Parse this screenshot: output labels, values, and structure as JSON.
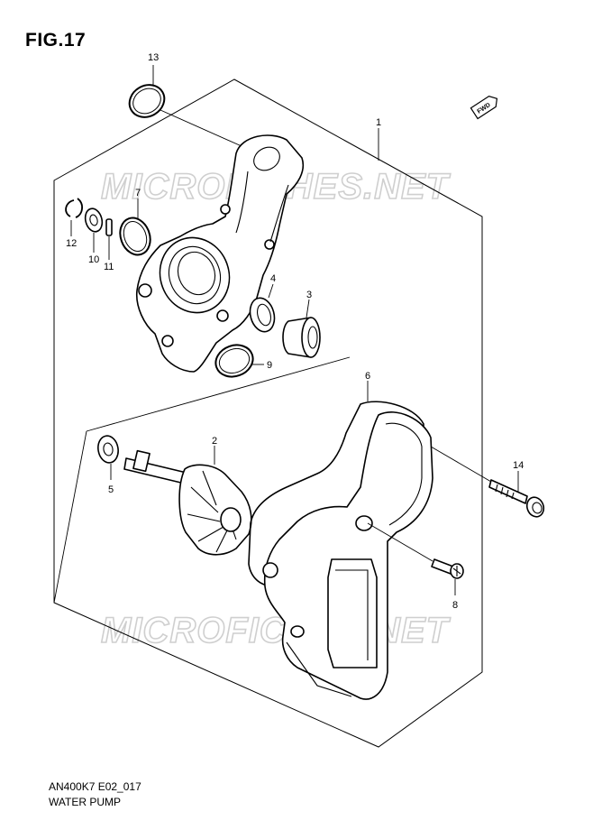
{
  "figure": {
    "title": "FIG.17",
    "code": "AN400K7 E02_017",
    "caption": "WATER PUMP"
  },
  "watermark": "MICROFICHES.NET",
  "direction_badge": "FWD",
  "callouts": [
    "1",
    "2",
    "3",
    "4",
    "5",
    "6",
    "7",
    "8",
    "9",
    "10",
    "11",
    "12",
    "13",
    "14"
  ]
}
